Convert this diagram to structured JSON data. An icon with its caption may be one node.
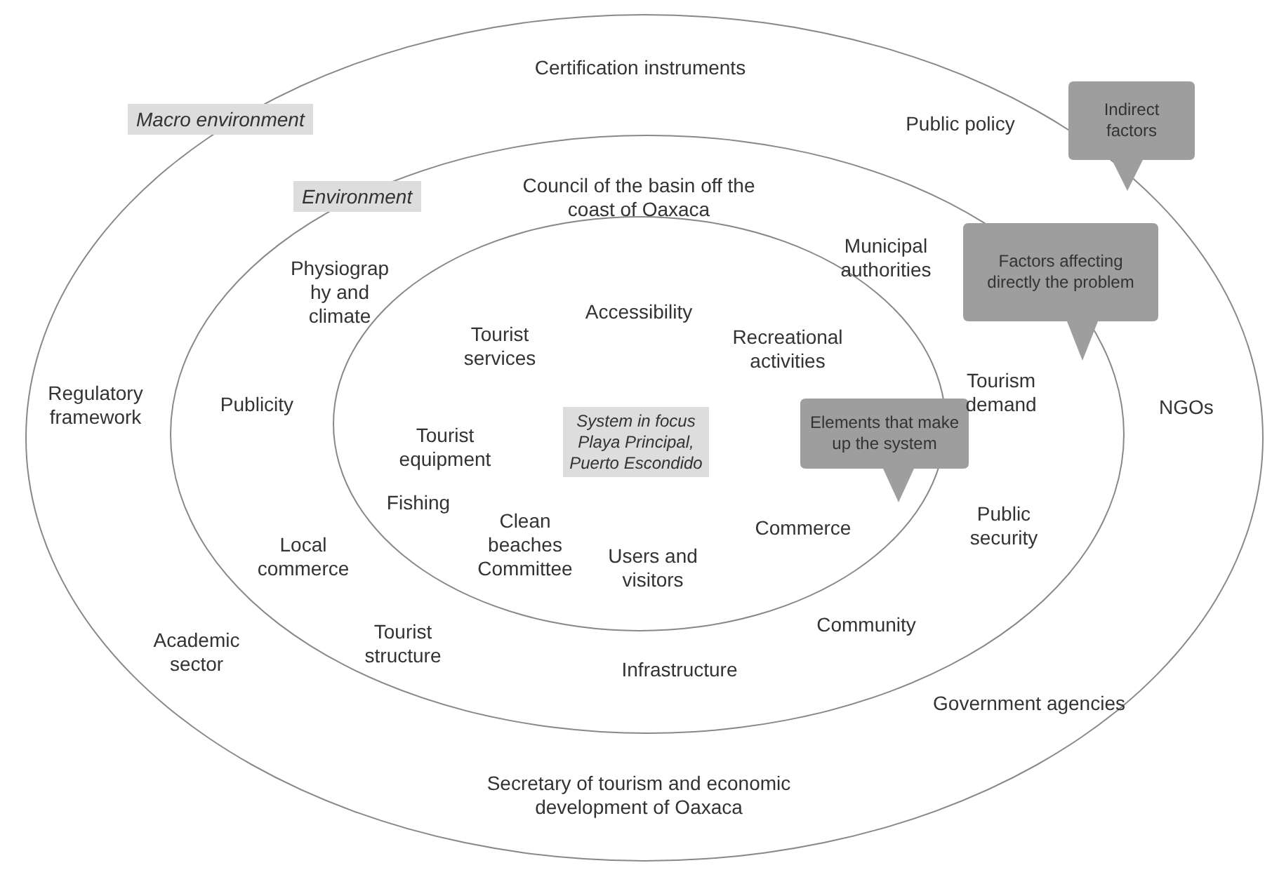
{
  "diagram": {
    "nodes": [
      {
        "text": [
          "Macro environment"
        ]
      },
      {
        "text": [
          "Indirect factors"
        ],
        "in": 0
      },
      {
        "text": [
          "Environment"
        ],
        "in": 0
      },
      {
        "text": [
          "Factors affecting directly the problem"
        ],
        "in": 0
      },
      {
        "text": [],
        "shape": "circle",
        "in": 2
      },
      {
        "text": [
          "Elements that make up the system"
        ],
        "in": 2
      },
      {
        "text": [
          "System in focus Playa Principal, Puerto Escondido"
        ],
        "in": 4
      }
    ],
    "edges": [],
    "labels": [
      "Certification instruments",
      "Public policy",
      "Council of the basin off the coast of Oaxaca",
      "Municipal authorities",
      "Physiograp hy and climate",
      "Accessibility",
      "Tourist services",
      "Recreational activities",
      "Tourism demand",
      "Regulatory framework",
      "Publicity",
      "NGOs",
      "Tourist equipment",
      "Fishing",
      "Public security",
      "Clean beaches Committee",
      "Commerce",
      "Local commerce",
      "Users and visitors",
      "Community",
      "Tourist structure",
      "Academic sector",
      "Infrastructure",
      "Government agencies",
      "Secretary of tourism and economic development of Oaxaca"
    ]
  }
}
